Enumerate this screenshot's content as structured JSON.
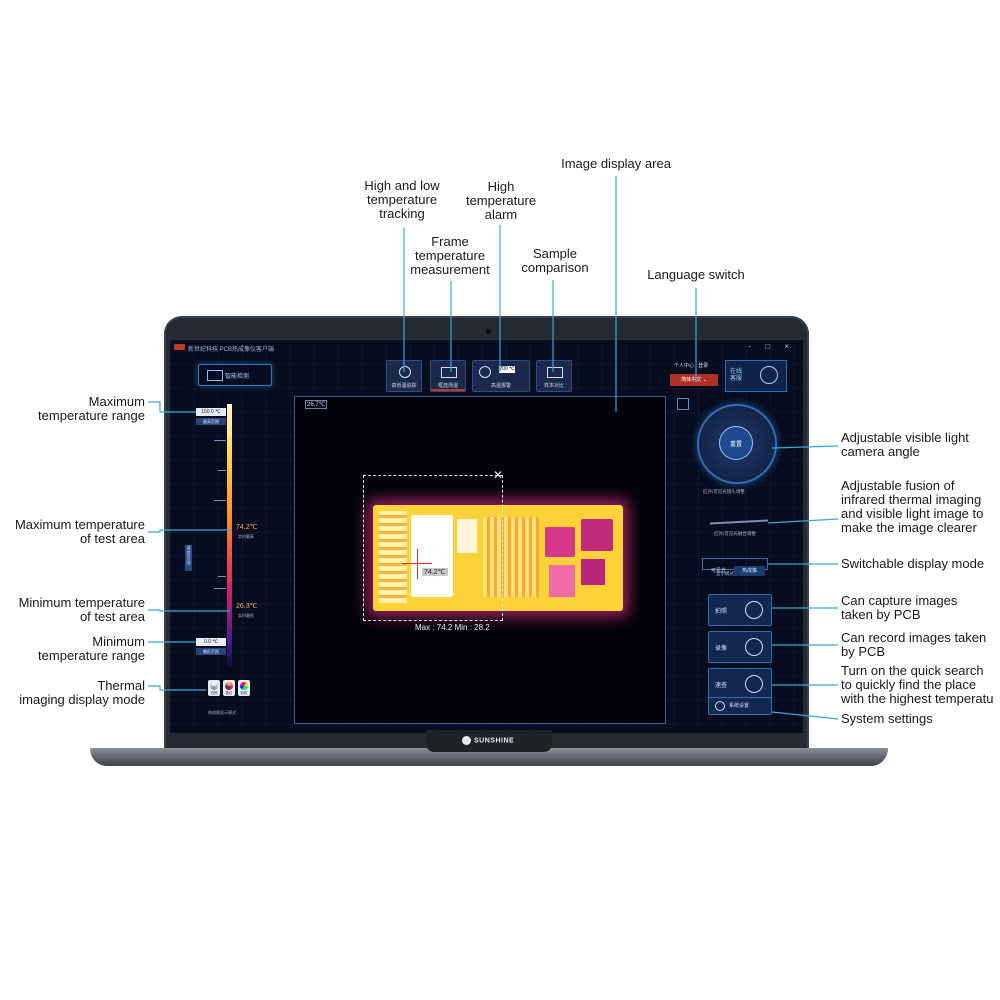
{
  "callouts": {
    "image_display_area": "Image display area",
    "high_low_tracking": "High and low\ntemperature\ntracking",
    "high_temp_alarm": "High\ntemperature\nalarm",
    "frame_measure": "Frame\ntemperature\nmeasurement",
    "sample_comparison": "Sample\ncomparison",
    "language_switch": "Language switch",
    "max_range": "Maximum\ntemperature range",
    "max_test_area": "Maximum temperature\nof test area",
    "min_test_area": "Minimum temperature\nof test area",
    "min_range": "Minimum\ntemperature range",
    "thermal_mode": "Thermal\nimaging display mode",
    "camera_angle": "Adjustable visible light\ncamera angle",
    "fusion": "Adjustable fusion of\ninfrared thermal imaging\nand visible light image to\nmake the image clearer",
    "display_mode": "Switchable display mode",
    "capture": "Can capture images\ntaken by PCB",
    "record": "Can record images taken\nby PCB",
    "quick_search": "Turn on the quick search\nto quickly find the place\nwith the highest temperatu",
    "system_settings": "System settings"
  },
  "app": {
    "title": "新世纪科技 PCB热成像仪客户端",
    "window_controls": "- □ ×",
    "home_label": "智能检测",
    "tools": {
      "tracking": "高低温追踪",
      "frame": "框选测温",
      "alarm": "高温报警",
      "alarm_value": "200 ℃",
      "compare": "样本对比"
    },
    "user": "个人中心 | 登录",
    "language": "简体中文 ⌄",
    "support": "在线\n客服",
    "scale": {
      "max_value": "150.0 ℃",
      "max_label": "最高范围",
      "min_value": "0.0 ℃",
      "min_label": "最低范围",
      "area_max_value": "74.2℃",
      "area_max_sub": "实时最高",
      "area_min_value": "26.3℃",
      "area_min_sub": "实时最低",
      "side_tag": "温度范围"
    },
    "modes": [
      "白热",
      "铁红",
      "彩虹"
    ],
    "mode_label": "热成像显示模式",
    "image": {
      "corner_temp": "26.7℃",
      "point_temp": "74.2℃",
      "max_min": "Max : 74.2  Min : 28.2"
    },
    "right": {
      "dial_center": "重置",
      "dial_label": "红外/可见光镜头调整",
      "fusion_label": "红外/可见光融合调整",
      "display_modes": [
        "可见光",
        "热成像"
      ],
      "display_label": "显示模式",
      "capture": "拍照",
      "record": "录像",
      "quick_search": "速查",
      "settings": "系统设置"
    },
    "brand": "SUNSHINE"
  },
  "colors": {
    "screen_bg": "#070d1f",
    "accent_blue": "#2e6fb8",
    "alarm_red": "#c0392b",
    "leader_line": "#3aa7d8"
  }
}
